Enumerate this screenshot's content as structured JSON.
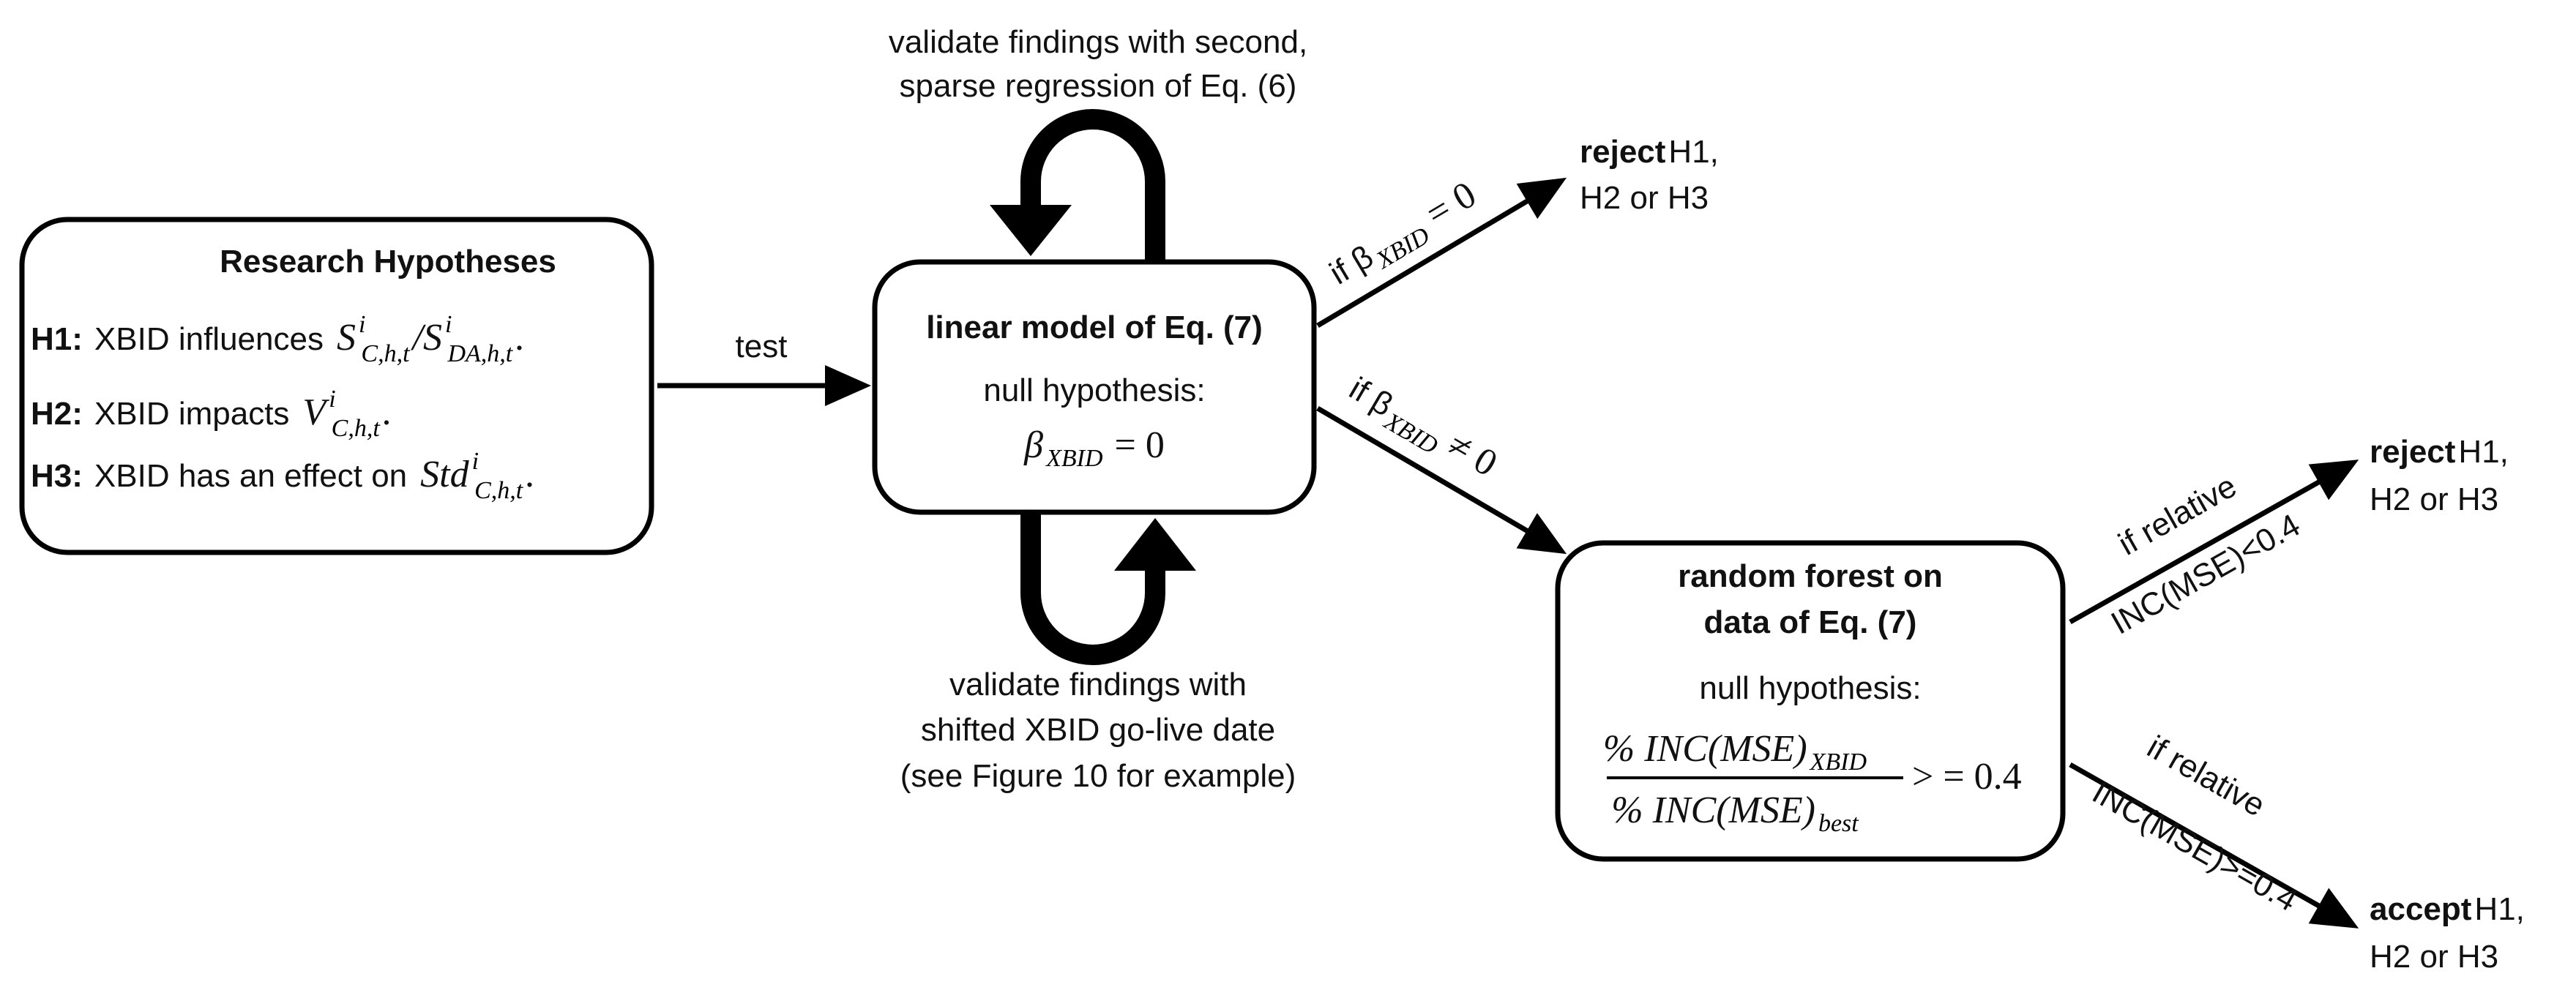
{
  "hypotheses": {
    "title": "Research Hypotheses",
    "items": [
      {
        "label": "H1:",
        "text": "XBID influences",
        "math_main": "S",
        "math_sup": "i",
        "math_sub": "C,h,t",
        "math_sep": "/S",
        "math_sup2": "i",
        "math_sub2": "DA,h,t",
        "end": "."
      },
      {
        "label": "H2:",
        "text": "XBID impacts",
        "math_main": "V",
        "math_sup": "i",
        "math_sub": "C,h,t",
        "end": "."
      },
      {
        "label": "H3:",
        "text": "XBID has an effect on",
        "math_main": "Std",
        "math_sup": "i",
        "math_sub": "C,h,t",
        "end": "."
      }
    ]
  },
  "edges": {
    "test": "test",
    "neq_prefix": "if β",
    "neq_sub": "XBID",
    "neq_rest": "≠ 0",
    "eq_prefix": "if β",
    "eq_sub": "XBID",
    "eq_rest": "= 0",
    "rf_low_1": "if relative",
    "rf_low_2": "INC(MSE)<0.4",
    "rf_high_1": "if relative",
    "rf_high_2": "INC(MSE)>=0.4"
  },
  "linear_model": {
    "title": "linear model of Eq. (7)",
    "null_label": "null hypothesis:",
    "null_beta": "β",
    "null_sub": "XBID",
    "null_rest": "= 0"
  },
  "loops": {
    "top_line1": "validate findings with second,",
    "top_line2": "sparse regression of Eq. (6)",
    "bottom_line1": "validate findings with",
    "bottom_line2": "shifted XBID go-live date",
    "bottom_line3": "(see Figure 10 for example)"
  },
  "random_forest": {
    "title_line1": "random forest on",
    "title_line2": "data of Eq. (7)",
    "null_label": "null hypothesis:",
    "numerator": "% INC(MSE)",
    "numerator_sub": "XBID",
    "denominator": "% INC(MSE)",
    "denominator_sub": "best",
    "rest": "> = 0.4"
  },
  "outcomes": {
    "reject1_bold": "reject",
    "reject1_rest": " H1,",
    "reject1_line2": "H2 or H3",
    "reject2_bold": "reject",
    "reject2_rest": " H1,",
    "reject2_line2": "H2 or H3",
    "accept_bold": "accept",
    "accept_rest": " H1,",
    "accept_line2": "H2 or H3"
  }
}
